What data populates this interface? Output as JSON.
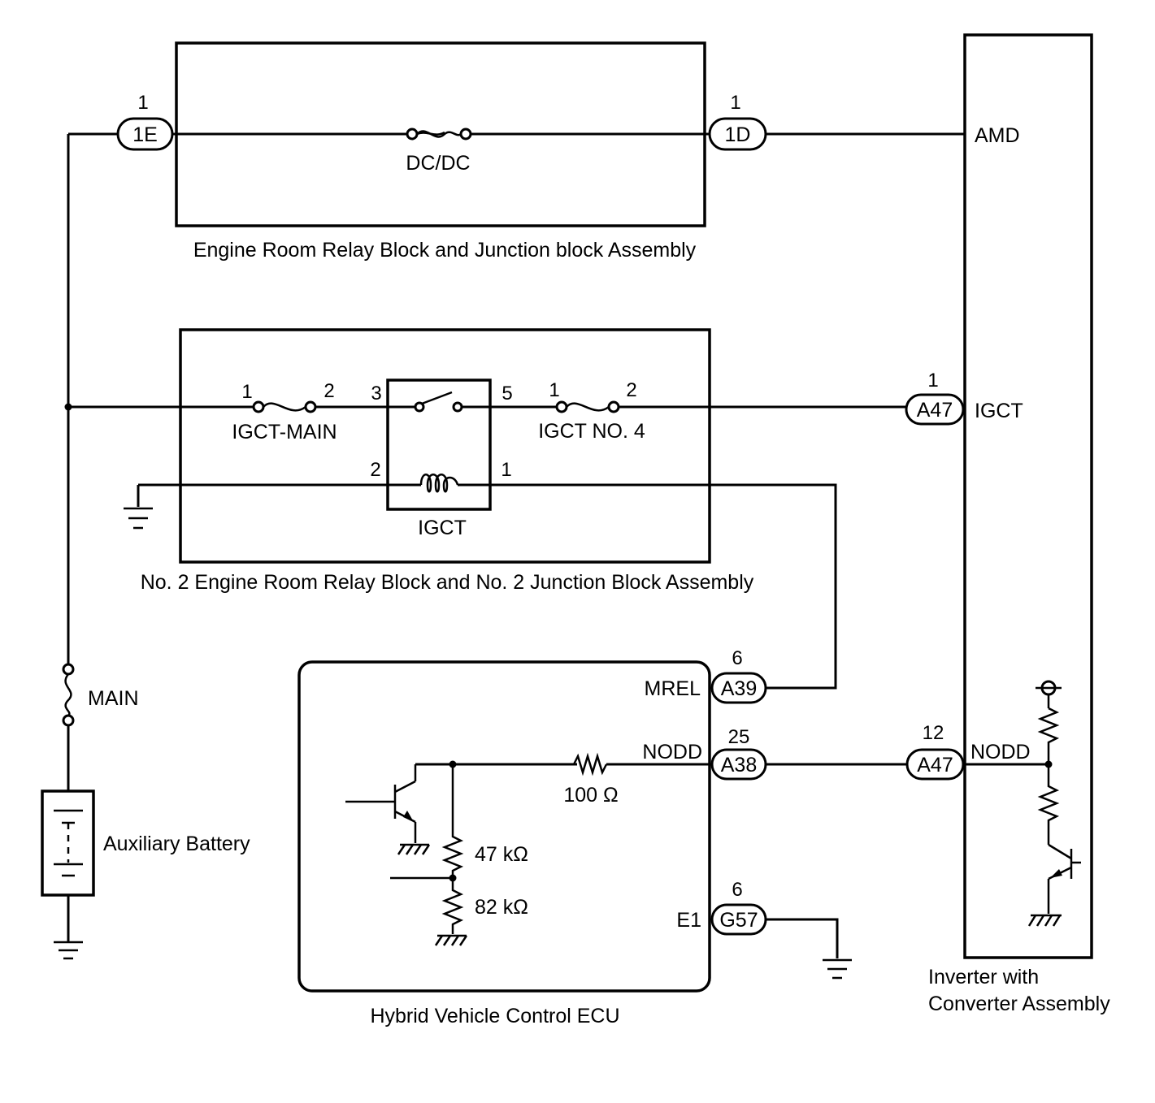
{
  "blocks": {
    "engine_room_relay": "Engine Room Relay Block and Junction block Assembly",
    "no2_engine_room_relay": "No. 2 Engine Room Relay Block and No. 2 Junction Block Assembly",
    "hv_ecu": "Hybrid Vehicle Control ECU",
    "inverter_line1": "Inverter with",
    "inverter_line2": "Converter Assembly",
    "aux_battery": "Auxiliary Battery"
  },
  "fuses": {
    "dcdc": "DC/DC",
    "igct_main": "IGCT-MAIN",
    "igct_no4": "IGCT NO. 4",
    "main": "MAIN"
  },
  "relay": {
    "name": "IGCT"
  },
  "connectors": {
    "c1e": {
      "id": "1E",
      "pin": "1"
    },
    "c1d": {
      "id": "1D",
      "pin": "1"
    },
    "a47_igct": {
      "id": "A47",
      "pin": "1"
    },
    "a39": {
      "id": "A39",
      "pin": "6"
    },
    "a38": {
      "id": "A38",
      "pin": "25"
    },
    "a47_nodd": {
      "id": "A47",
      "pin": "12"
    },
    "g57": {
      "id": "G57",
      "pin": "6"
    }
  },
  "pins": {
    "fuse_main_in": "1",
    "fuse_main_out": "2",
    "relay_sw_in": "3",
    "relay_sw_out": "5",
    "fuse4_in": "1",
    "fuse4_out": "2",
    "relay_coil_gnd": "2",
    "relay_coil_in": "1"
  },
  "terminals": {
    "amd": "AMD",
    "igct": "IGCT",
    "nodd_inverter": "NODD",
    "mrel": "MREL",
    "nodd_ecu": "NODD",
    "e1": "E1"
  },
  "resistors": {
    "r100": "100 Ω",
    "r47k": "47 kΩ",
    "r82k": "82 kΩ"
  }
}
